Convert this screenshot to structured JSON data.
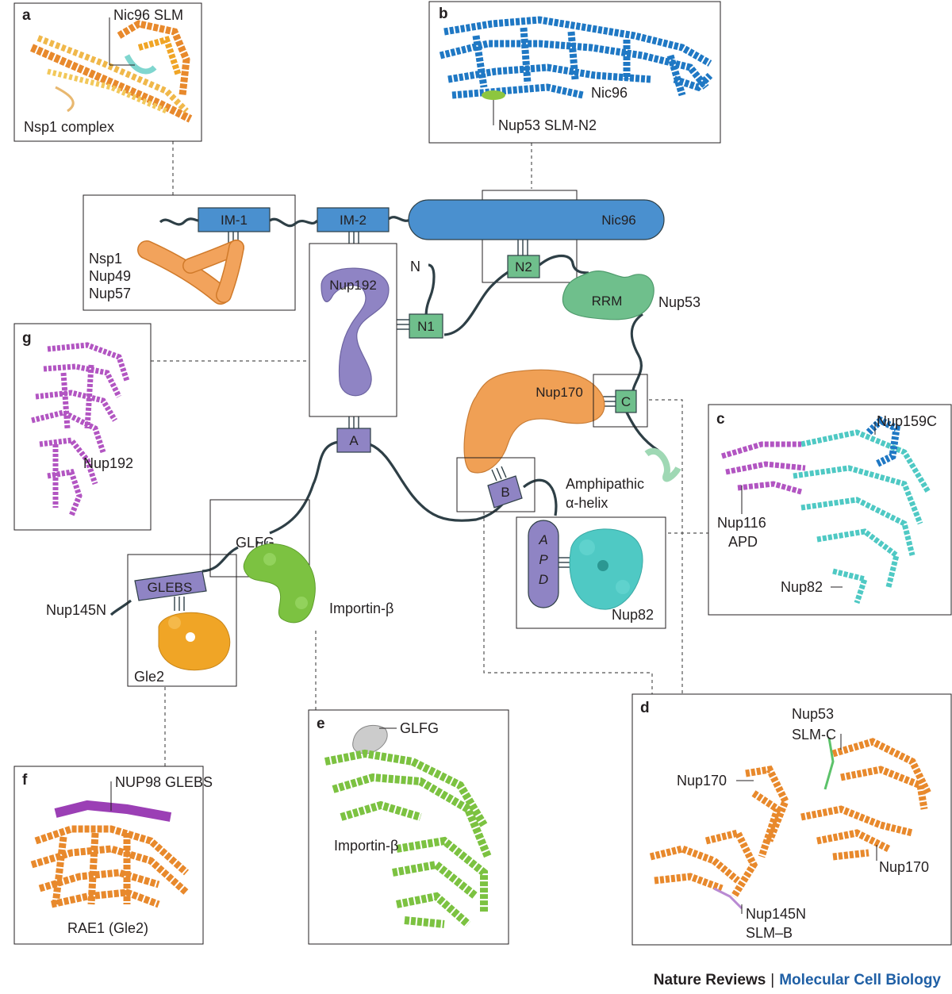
{
  "panels": {
    "a": {
      "letter": "a",
      "labels": [
        "Nic96 SLM",
        "Nsp1 complex"
      ]
    },
    "b": {
      "letter": "b",
      "labels": [
        "Nic96",
        "Nup53 SLM-N2"
      ]
    },
    "c": {
      "letter": "c",
      "labels": [
        "Nup159C",
        "Nup116",
        "APD",
        "Nup82"
      ]
    },
    "d": {
      "letter": "d",
      "labels": [
        "Nup53",
        "SLM-C",
        "Nup170",
        "Nup170",
        "Nup145N",
        "SLM–B"
      ]
    },
    "e": {
      "letter": "e",
      "labels": [
        "GLFG",
        "Importin-β"
      ]
    },
    "f": {
      "letter": "f",
      "labels": [
        "NUP98 GLEBS",
        "RAE1 (Gle2)"
      ]
    },
    "g": {
      "letter": "g",
      "labels": [
        "Nup192"
      ]
    }
  },
  "schematic": {
    "boxes": {
      "im1": "IM-1",
      "im2": "IM-2",
      "nic96": "Nic96",
      "n2": "N2",
      "n1": "N1",
      "n_term": "N",
      "rrm": "RRM",
      "nup53": "Nup53",
      "nup192": "Nup192",
      "nup170": "Nup170",
      "c": "C",
      "a": "A",
      "b": "B",
      "apd": [
        "A",
        "P",
        "D"
      ],
      "glebs": "GLEBS",
      "glfg": "GLFG"
    },
    "labels": {
      "nsp1_group": [
        "Nsp1",
        "Nup49",
        "Nup57"
      ],
      "amphipathic": [
        "Amphipathic",
        "α-helix"
      ],
      "importin": "Importin-β",
      "nup145n": "Nup145N",
      "gle2": "Gle2",
      "nup82": "Nup82"
    }
  },
  "colors": {
    "blue": "#4a90cf",
    "green": "#6fbf8c",
    "purple": "#8f84c4",
    "orange": "#f0a055",
    "linker": "#2e3f46",
    "protein_orange": "#e8892c",
    "protein_cyan": "#4fc9c4",
    "protein_magenta": "#b255c2",
    "protein_green": "#7cc241",
    "protein_blue": "#1f78c4",
    "protein_gold": "#f0a526"
  },
  "footer": {
    "journal": "Nature Reviews",
    "separator": "|",
    "section": "Molecular Cell Biology"
  }
}
